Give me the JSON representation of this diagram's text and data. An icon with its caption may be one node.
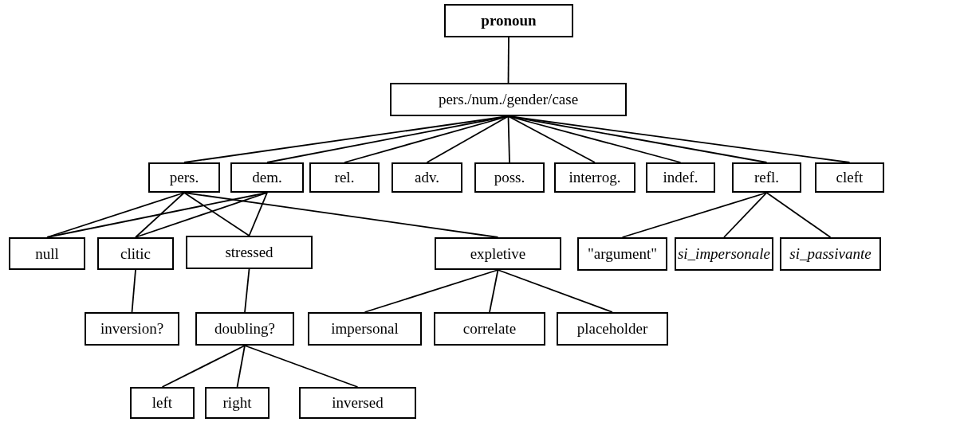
{
  "diagram": {
    "nodes": [
      {
        "text": [
          "pronoun"
        ]
      },
      {
        "text": [
          "pers./num./gender/case"
        ]
      },
      {
        "text": [
          "pers."
        ]
      },
      {
        "text": [
          "dem."
        ]
      },
      {
        "text": [
          "rel."
        ]
      },
      {
        "text": [
          "adv."
        ]
      },
      {
        "text": [
          "poss."
        ]
      },
      {
        "text": [
          "interrog."
        ]
      },
      {
        "text": [
          "indef."
        ]
      },
      {
        "text": [
          "refl."
        ]
      },
      {
        "text": [
          "cleft"
        ]
      },
      {
        "text": [
          "null"
        ]
      },
      {
        "text": [
          "clitic"
        ]
      },
      {
        "text": [
          "stressed"
        ]
      },
      {
        "text": [
          "expletive"
        ]
      },
      {
        "text": [
          "\"argument\""
        ]
      },
      {
        "text": [
          "si_impersonale"
        ]
      },
      {
        "text": [
          "si_passivante"
        ]
      },
      {
        "text": [
          "inversion?"
        ]
      },
      {
        "text": [
          "doubling?"
        ]
      },
      {
        "text": [
          "impersonal"
        ]
      },
      {
        "text": [
          "correlate"
        ]
      },
      {
        "text": [
          "placeholder"
        ]
      },
      {
        "text": [
          "left"
        ]
      },
      {
        "text": [
          "right"
        ]
      },
      {
        "text": [
          "inversed"
        ]
      }
    ],
    "edges": [
      {
        "from": 0,
        "to": 1,
        "arrow": "none"
      },
      {
        "from": 1,
        "to": 2,
        "arrow": "none"
      },
      {
        "from": 1,
        "to": 3,
        "arrow": "none"
      },
      {
        "from": 1,
        "to": 4,
        "arrow": "none"
      },
      {
        "from": 1,
        "to": 5,
        "arrow": "none"
      },
      {
        "from": 1,
        "to": 6,
        "arrow": "none"
      },
      {
        "from": 1,
        "to": 7,
        "arrow": "none"
      },
      {
        "from": 1,
        "to": 8,
        "arrow": "none"
      },
      {
        "from": 1,
        "to": 9,
        "arrow": "none"
      },
      {
        "from": 1,
        "to": 10,
        "arrow": "none"
      },
      {
        "from": 2,
        "to": 11,
        "arrow": "none"
      },
      {
        "from": 2,
        "to": 12,
        "arrow": "none"
      },
      {
        "from": 2,
        "to": 13,
        "arrow": "none"
      },
      {
        "from": 2,
        "to": 14,
        "arrow": "none"
      },
      {
        "from": 3,
        "to": 11,
        "arrow": "none"
      },
      {
        "from": 3,
        "to": 12,
        "arrow": "none"
      },
      {
        "from": 3,
        "to": 13,
        "arrow": "none"
      },
      {
        "from": 9,
        "to": 15,
        "arrow": "none"
      },
      {
        "from": 9,
        "to": 16,
        "arrow": "none"
      },
      {
        "from": 9,
        "to": 17,
        "arrow": "none"
      },
      {
        "from": 12,
        "to": 18,
        "arrow": "none"
      },
      {
        "from": 13,
        "to": 19,
        "arrow": "none"
      },
      {
        "from": 14,
        "to": 20,
        "arrow": "none"
      },
      {
        "from": 14,
        "to": 21,
        "arrow": "none"
      },
      {
        "from": 14,
        "to": 22,
        "arrow": "none"
      },
      {
        "from": 19,
        "to": 23,
        "arrow": "none"
      },
      {
        "from": 19,
        "to": 24,
        "arrow": "none"
      },
      {
        "from": 19,
        "to": 25,
        "arrow": "none"
      }
    ]
  }
}
